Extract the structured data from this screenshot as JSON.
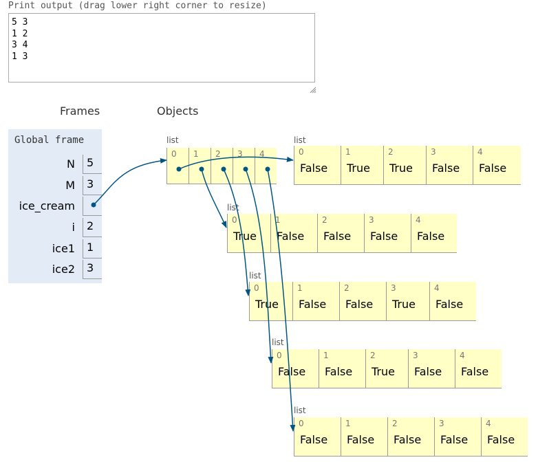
{
  "print_output": {
    "label": "Print output (drag lower right corner to resize)",
    "lines": "5 3\n1 2\n3 4\n1 3"
  },
  "headings": {
    "frames": "Frames",
    "objects": "Objects"
  },
  "global_frame": {
    "title": "Global frame",
    "vars": [
      {
        "name": "N",
        "value": "5"
      },
      {
        "name": "M",
        "value": "3"
      },
      {
        "name": "ice_cream",
        "value": ""
      },
      {
        "name": "i",
        "value": "2"
      },
      {
        "name": "ice1",
        "value": "1"
      },
      {
        "name": "ice2",
        "value": "3"
      }
    ]
  },
  "objects": {
    "outer_list": {
      "tag": "list",
      "indices": [
        "0",
        "1",
        "2",
        "3",
        "4"
      ]
    },
    "inner_lists": [
      {
        "tag": "list",
        "indices": [
          "0",
          "1",
          "2",
          "3",
          "4"
        ],
        "values": [
          "False",
          "True",
          "True",
          "False",
          "False"
        ]
      },
      {
        "tag": "list",
        "indices": [
          "0",
          "1",
          "2",
          "3",
          "4"
        ],
        "values": [
          "True",
          "False",
          "False",
          "False",
          "False"
        ]
      },
      {
        "tag": "list",
        "indices": [
          "0",
          "1",
          "2",
          "3",
          "4"
        ],
        "values": [
          "True",
          "False",
          "False",
          "True",
          "False"
        ]
      },
      {
        "tag": "list",
        "indices": [
          "0",
          "1",
          "2",
          "3",
          "4"
        ],
        "values": [
          "False",
          "False",
          "True",
          "False",
          "False"
        ]
      },
      {
        "tag": "list",
        "indices": [
          "0",
          "1",
          "2",
          "3",
          "4"
        ],
        "values": [
          "False",
          "False",
          "False",
          "False",
          "False"
        ]
      }
    ]
  },
  "colors": {
    "frame_bg": "#e2ebf6",
    "list_bg": "#ffffc6",
    "arrow": "#005583"
  }
}
